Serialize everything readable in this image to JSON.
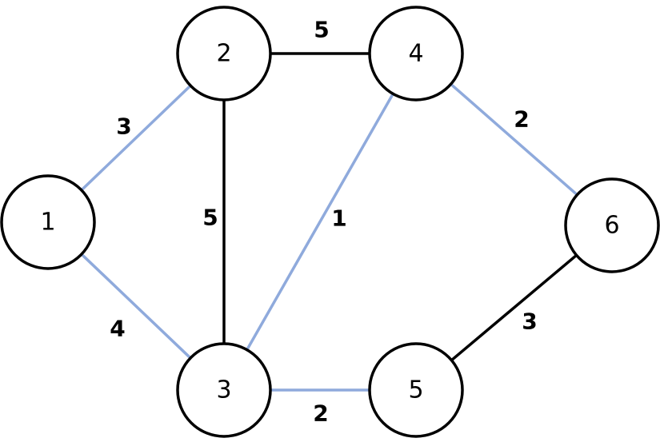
{
  "colors": {
    "highlight": "#8FAADC",
    "normal": "#000000",
    "node_fill": "#FFFFFF",
    "node_stroke": "#000000"
  },
  "nodes": [
    {
      "id": "1",
      "label": "1"
    },
    {
      "id": "2",
      "label": "2"
    },
    {
      "id": "3",
      "label": "3"
    },
    {
      "id": "4",
      "label": "4"
    },
    {
      "id": "5",
      "label": "5"
    },
    {
      "id": "6",
      "label": "6"
    }
  ],
  "edges": [
    {
      "from": "1",
      "to": "2",
      "weight": "3",
      "highlighted": true
    },
    {
      "from": "1",
      "to": "3",
      "weight": "4",
      "highlighted": true
    },
    {
      "from": "2",
      "to": "3",
      "weight": "5",
      "highlighted": false
    },
    {
      "from": "2",
      "to": "4",
      "weight": "5",
      "highlighted": false
    },
    {
      "from": "3",
      "to": "4",
      "weight": "1",
      "highlighted": true
    },
    {
      "from": "3",
      "to": "5",
      "weight": "2",
      "highlighted": true
    },
    {
      "from": "4",
      "to": "6",
      "weight": "2",
      "highlighted": true
    },
    {
      "from": "5",
      "to": "6",
      "weight": "3",
      "highlighted": false
    }
  ]
}
